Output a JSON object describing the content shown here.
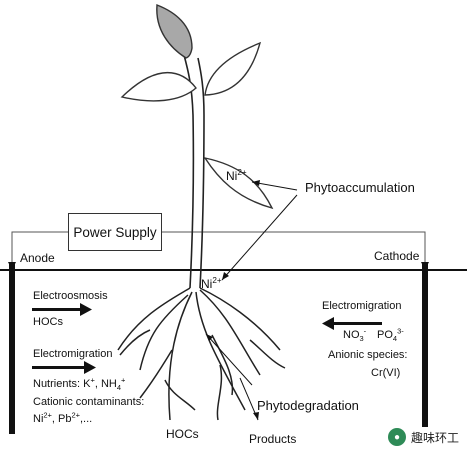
{
  "power_supply": "Power Supply",
  "anode": "Anode",
  "cathode": "Cathode",
  "ni_leaf": {
    "base": "Ni",
    "sup": "2+"
  },
  "ni_stem": {
    "base": "Ni",
    "sup": "2+"
  },
  "phytoaccumulation": "Phytoaccumulation",
  "phytodegradation": "Phytodegradation",
  "hocs_bottom": "HOCs",
  "products": "Products",
  "left": {
    "electroosmosis": "Electroosmosis",
    "hocs": "HOCs",
    "electromigration": "Electromigration",
    "nutrients": {
      "text": "Nutrients: K",
      "sup1": "+",
      "sep": ", NH",
      "sub": "4",
      "sup2": "+"
    },
    "cationic_label": "Cationic contaminants:",
    "cationic_list": {
      "ni": "Ni",
      "ni_sup": "2+",
      "pb": ", Pb",
      "pb_sup": "2+",
      "rest": ",..."
    }
  },
  "right": {
    "electromigration": "Electromigration",
    "no3": {
      "base": "NO",
      "sub": "3",
      "sup": "-"
    },
    "po4": {
      "base": "PO",
      "sub": "4",
      "sup": "3-"
    },
    "anionic_label": "Anionic species:",
    "crvi": "Cr(VI)"
  },
  "watermark": "趣味环工",
  "colors": {
    "line": "#111111",
    "leaf_fill": "#a8a8a8",
    "watermark_icon": "#2e8b57"
  }
}
